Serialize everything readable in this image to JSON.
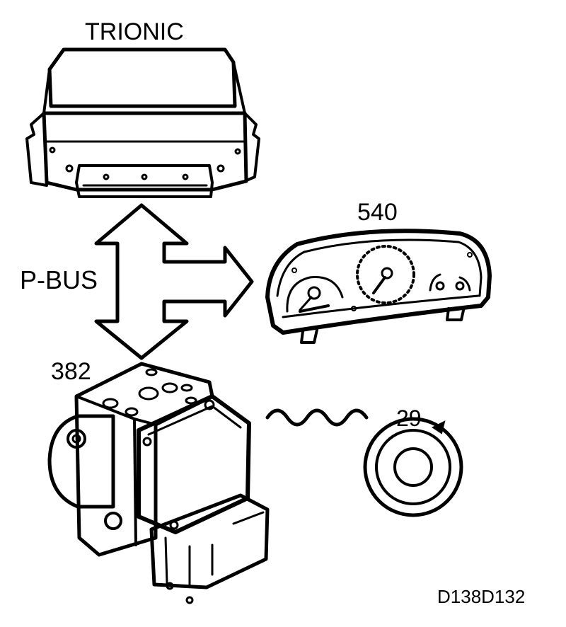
{
  "labels": {
    "trionic": "TRIONIC",
    "pbus": "P-BUS",
    "instrument": "540",
    "abs": "382",
    "sensor": "29",
    "code": "D138D132"
  },
  "icons": {
    "ecu": "trionic-ecu-module",
    "arrow": "p-bus-three-way-arrow",
    "cluster": "instrument-cluster",
    "abs_unit": "abs-hydraulic-unit",
    "wave": "sensor-signal-wave",
    "sensor_ring": "wheel-speed-sensor-ring"
  },
  "colors": {
    "line": "#000000",
    "background": "#ffffff"
  }
}
